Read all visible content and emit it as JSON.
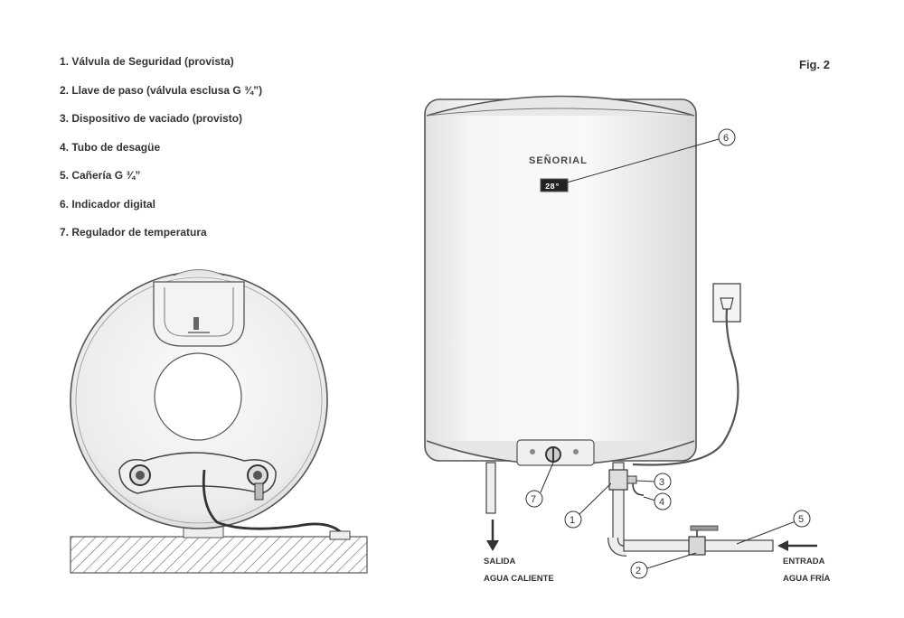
{
  "legend": {
    "items": [
      {
        "text": "1. Válvula de Seguridad (provista)"
      },
      {
        "text": "2. Llave de paso (válvula esclusa G ¾”)"
      },
      {
        "text": "3. Dispositivo de vaciado (provisto)"
      },
      {
        "text": "4. Tubo de desagüe"
      },
      {
        "text": "5. Cañería G ¾”"
      },
      {
        "text": "6. Indicador digital"
      },
      {
        "text": "7. Regulador de temperatura"
      }
    ]
  },
  "figure": {
    "label": "Fig. 2"
  },
  "heater": {
    "brand": "SEÑORIAL",
    "display_value": "28°"
  },
  "callouts": [
    "1",
    "2",
    "3",
    "4",
    "5",
    "6",
    "7"
  ],
  "flow": {
    "outlet_line1": "SALIDA",
    "outlet_line2": "AGUA CALIENTE",
    "inlet_line1": "ENTRADA",
    "inlet_line2": "AGUA FRÍA"
  }
}
